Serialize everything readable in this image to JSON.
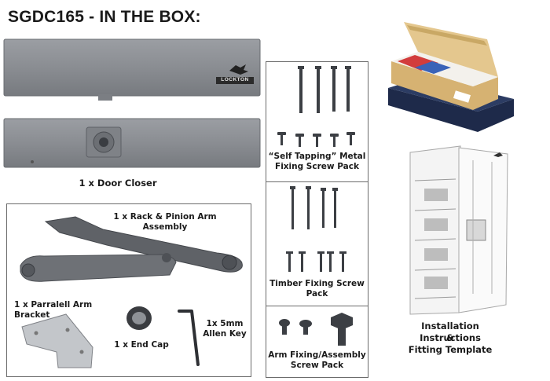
{
  "page": {
    "title": "SGDC165 - IN THE BOX:"
  },
  "door_closer": {
    "brand_logo": "LOCKTON",
    "caption": "1 x Door Closer"
  },
  "arm_section": {
    "rack_pinion_caption": "1 x Rack & Pinion Arm Assembly",
    "bracket_caption": "1 x Parralell Arm Bracket",
    "end_cap_caption": "1 x End Cap",
    "allen_key_caption_line1": "1x 5mm",
    "allen_key_caption_line2": "Allen Key"
  },
  "screw_packs": {
    "self_tapping_line1": "“Self Tapping” Metal",
    "self_tapping_line2": "Fixing Screw Pack",
    "timber_line1": "Timber Fixing Screw",
    "timber_line2": "Pack",
    "arm_fixing_line1": "Arm Fixing/Assembly",
    "arm_fixing_line2": "Screw Pack"
  },
  "instructions": {
    "caption_line1": "Installation Instructions",
    "caption_line2": "&",
    "caption_line3": "Fitting Template"
  },
  "colors": {
    "metal": "#8a8d92",
    "metal_dark": "#5d6066",
    "screw": "#3c3f44",
    "box_tan": "#e2c48a",
    "box_navy": "#1e2a4a"
  }
}
